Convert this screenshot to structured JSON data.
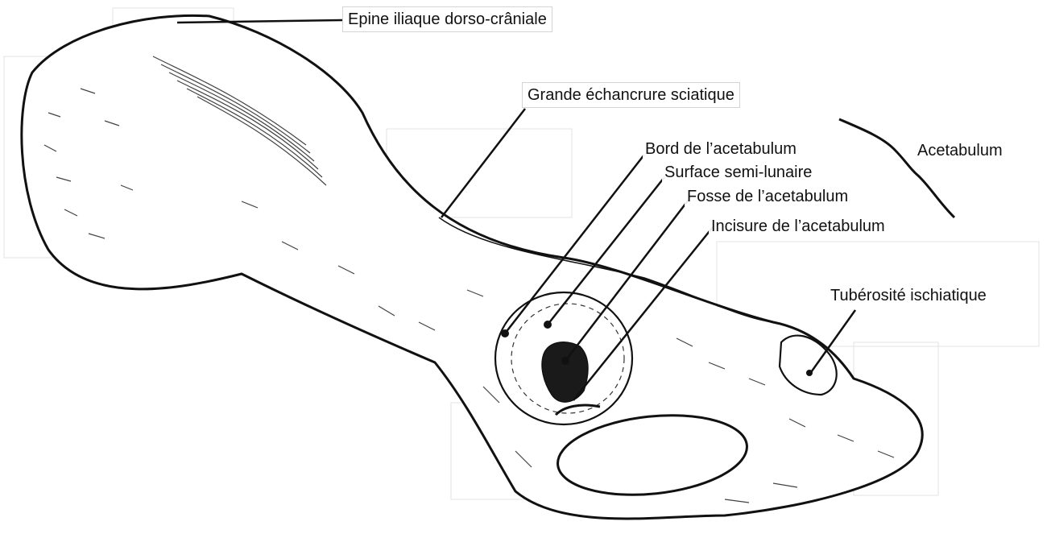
{
  "labels": {
    "epine": "Epine iliaque dorso-crâniale",
    "echancrure": "Grande échancrure sciatique",
    "bord": "Bord de l’acetabulum",
    "surface": "Surface semi-lunaire",
    "fosse": "Fosse de l’acetabulum",
    "incisure": "Incisure de l’acetabulum",
    "acetabulum": "Acetabulum",
    "tuberosite": "Tubérosité ischiatique"
  },
  "colors": {
    "ink": "#111111",
    "paper": "#ffffff",
    "box_border": "#d4d4d4"
  }
}
